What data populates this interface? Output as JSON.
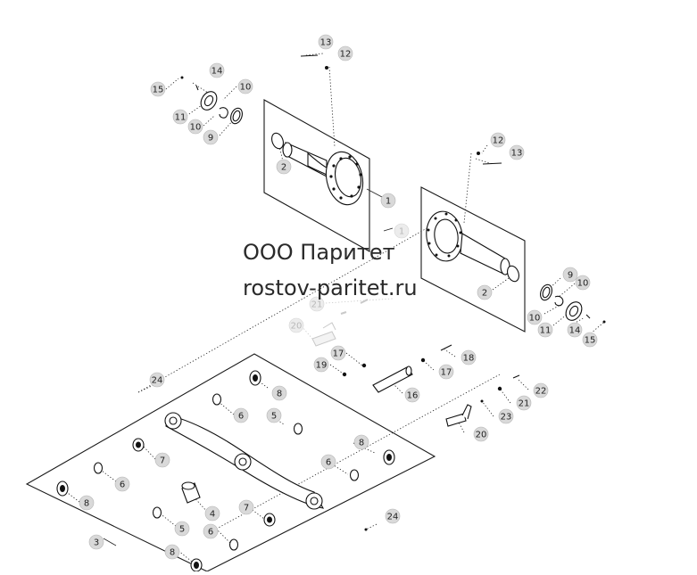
{
  "watermark": {
    "line1": "ООО Паритет",
    "line2": "rostov-paritet.ru"
  },
  "callouts": [
    {
      "n": "1"
    },
    {
      "n": "1"
    },
    {
      "n": "2"
    },
    {
      "n": "2"
    },
    {
      "n": "3"
    },
    {
      "n": "4"
    },
    {
      "n": "5"
    },
    {
      "n": "5"
    },
    {
      "n": "6"
    },
    {
      "n": "6"
    },
    {
      "n": "6"
    },
    {
      "n": "6"
    },
    {
      "n": "7"
    },
    {
      "n": "7"
    },
    {
      "n": "8"
    },
    {
      "n": "8"
    },
    {
      "n": "8"
    },
    {
      "n": "8"
    },
    {
      "n": "9"
    },
    {
      "n": "9"
    },
    {
      "n": "10"
    },
    {
      "n": "10"
    },
    {
      "n": "10"
    },
    {
      "n": "10"
    },
    {
      "n": "11"
    },
    {
      "n": "11"
    },
    {
      "n": "12"
    },
    {
      "n": "12"
    },
    {
      "n": "13"
    },
    {
      "n": "13"
    },
    {
      "n": "14"
    },
    {
      "n": "14"
    },
    {
      "n": "15"
    },
    {
      "n": "15"
    },
    {
      "n": "16"
    },
    {
      "n": "17"
    },
    {
      "n": "17"
    },
    {
      "n": "18"
    },
    {
      "n": "19"
    },
    {
      "n": "20"
    },
    {
      "n": "20"
    },
    {
      "n": "21"
    },
    {
      "n": "21"
    },
    {
      "n": "22"
    },
    {
      "n": "23"
    },
    {
      "n": "24"
    },
    {
      "n": "24"
    }
  ]
}
